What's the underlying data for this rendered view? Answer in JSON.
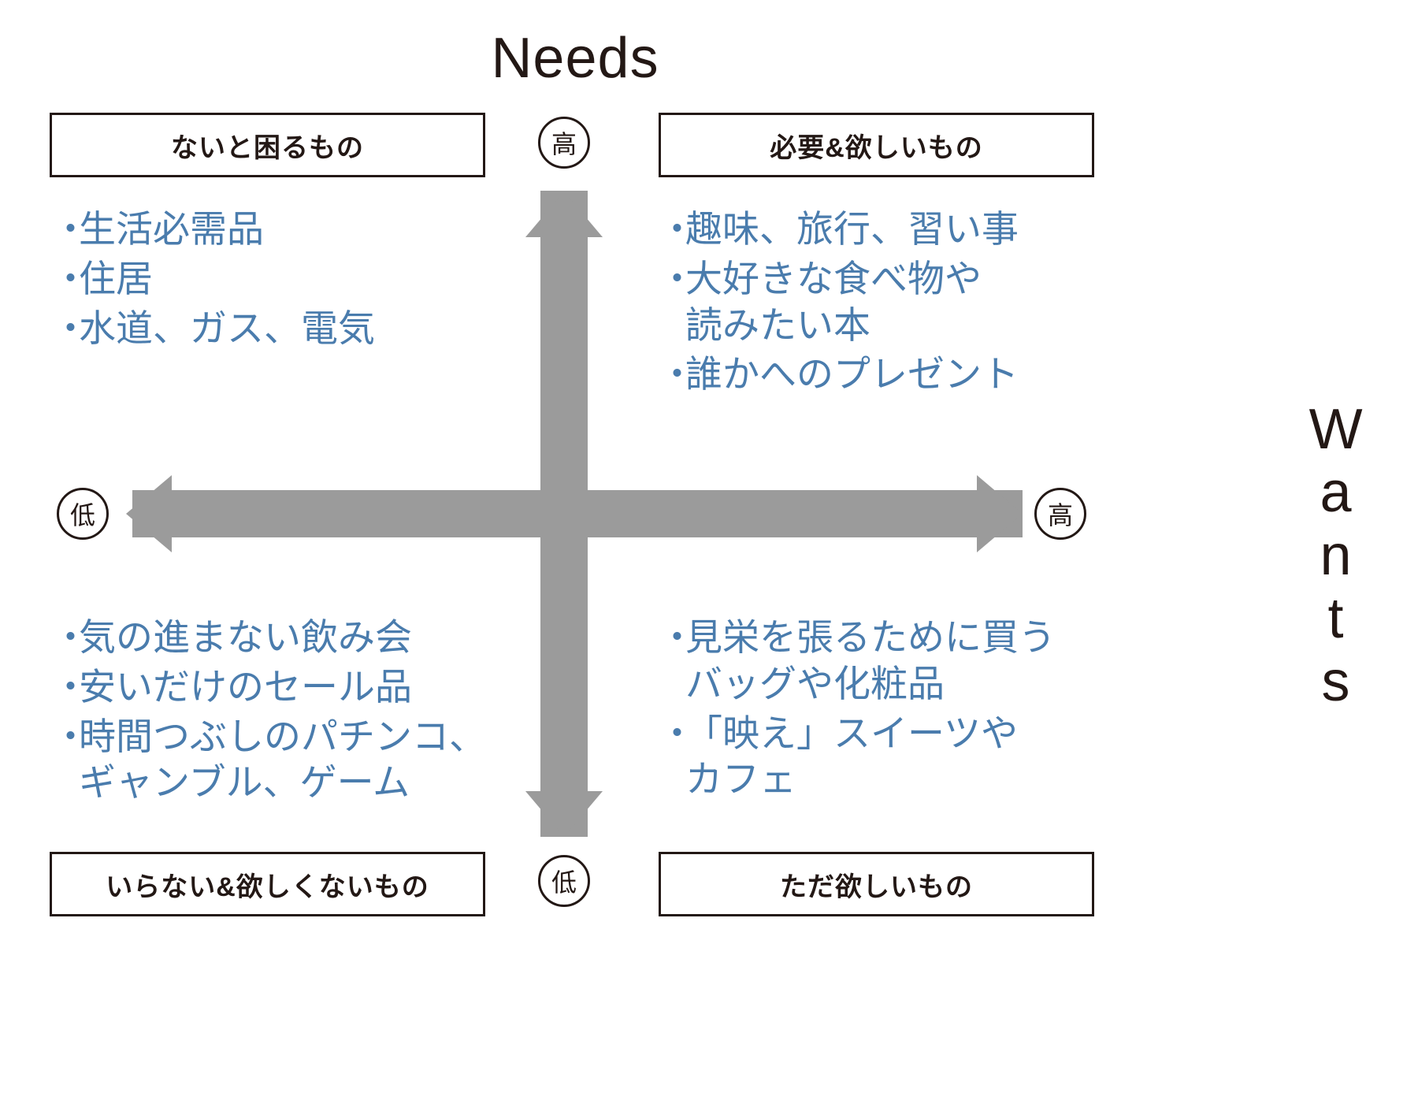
{
  "axes": {
    "vertical_title": "Needs",
    "horizontal_title": "Wants",
    "vertical_high": "高",
    "vertical_low": "低",
    "horizontal_low": "低",
    "horizontal_high": "高"
  },
  "colors": {
    "text_dark": "#231815",
    "bullet_blue": "#4a7cad",
    "arrow_gray": "#9b9b9b",
    "background": "#ffffff"
  },
  "quadrants": {
    "top_left": {
      "header": "ないと困るもの",
      "items": [
        "生活必需品",
        "住居",
        "水道、ガス、電気"
      ]
    },
    "top_right": {
      "header": "必要&欲しいもの",
      "items": [
        "趣味、旅行、習い事",
        "大好きな食べ物や\n読みたい本",
        "誰かへのプレゼント"
      ]
    },
    "bottom_left": {
      "header": "いらない&欲しくないもの",
      "items": [
        "気の進まない飲み会",
        "安いだけのセール品",
        "時間つぶしのパチンコ、\nギャンブル、ゲーム"
      ]
    },
    "bottom_right": {
      "header": "ただ欲しいもの",
      "items": [
        "見栄を張るために買う\nバッグや化粧品",
        "「映え」スイーツや\nカフェ"
      ]
    }
  },
  "bullet_glyph": "・"
}
